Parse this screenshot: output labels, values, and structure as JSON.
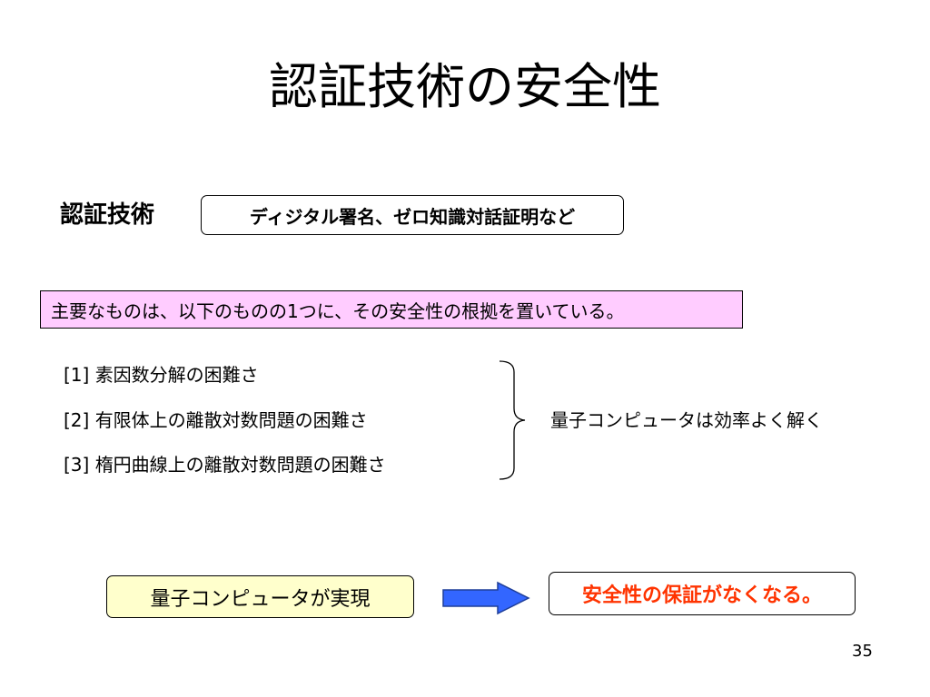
{
  "slide": {
    "title": "認証技術の安全性",
    "auth_label": "認証技術",
    "auth_examples": "ディジタル署名、ゼロ知識対話証明など",
    "basis_note": "主要なものは、以下のものの1つに、その安全性の根拠を置いている。",
    "problems": [
      "[1] 素因数分解の困難さ",
      "[2] 有限体上の離散対数問題の困難さ",
      "[3] 楕円曲線上の離散対数問題の困難さ"
    ],
    "quantum_note": "量子コンピュータは効率よく解く",
    "condition": "量子コンピュータが実現",
    "result": "安全性の保証がなくなる。",
    "page_number": "35"
  },
  "colors": {
    "basis_note_bg": "#ffccff",
    "condition_bg": "#ffffcc",
    "arrow_fill": "#3366ff",
    "result_text": "#ff3300"
  },
  "icons": {
    "brace": "right-curly-brace-icon",
    "arrow": "right-arrow-icon"
  }
}
